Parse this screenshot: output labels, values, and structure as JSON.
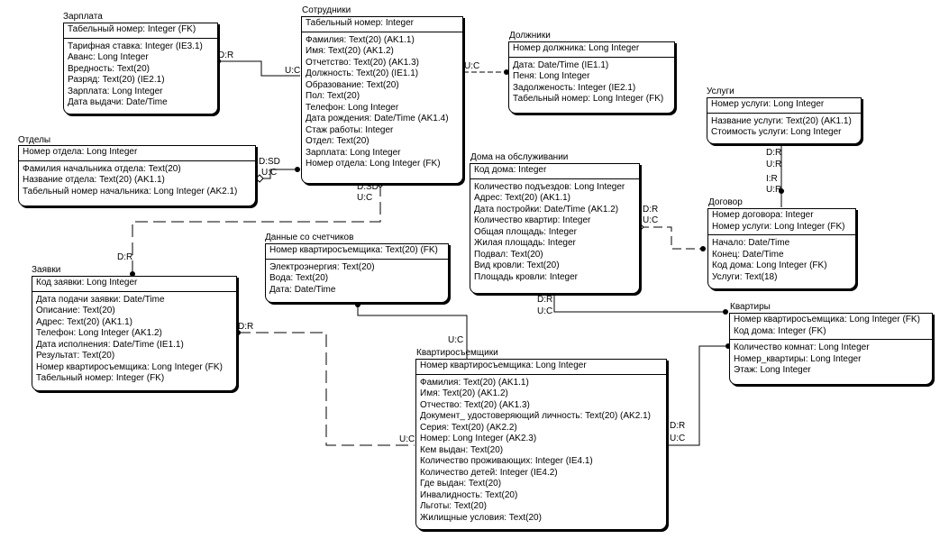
{
  "entities": {
    "salary": {
      "title": "Зарплата",
      "pk": [
        "Табельный номер: Integer (FK)"
      ],
      "attrs": [
        "Тарифная ставка: Integer (IE3.1)",
        "Аванс: Long Integer",
        "Вредность: Text(20)",
        "Разряд: Text(20) (IE2.1)",
        "Зарплата: Long Integer",
        "Дата выдачи: Date/Time"
      ]
    },
    "employees": {
      "title": "Сотрудники",
      "pk": [
        "Табельный номер: Integer"
      ],
      "attrs": [
        "Фамилия: Text(20) (AK1.1)",
        "Имя: Text(20) (AK1.2)",
        "Отчетство: Text(20) (AK1.3)",
        "Должность: Text(20) (IE1.1)",
        "Образование: Text(20)",
        "Пол: Text(20)",
        "Телефон: Long Integer",
        "Дата рождения: Date/Time (AK1.4)",
        "Стаж работы: Integer",
        "Отдел: Text(20)",
        "Зарплата: Long Integer",
        "Номер отдела: Long Integer (FK)"
      ]
    },
    "debtors": {
      "title": "Должники",
      "pk": [
        "Номер должника: Long Integer"
      ],
      "attrs": [
        "Дата: Date/Time (IE1.1)",
        "Пеня: Long Integer",
        "Задолженость: Integer (IE2.1)",
        "Табельный номер: Long Integer (FK)"
      ]
    },
    "services": {
      "title": "Услуги",
      "pk": [
        "Номер услуги: Long Integer"
      ],
      "attrs": [
        "Название услуги: Text(20) (AK1.1)",
        "Стоимость услуги: Long Integer"
      ]
    },
    "departments": {
      "title": "Отделы",
      "pk": [
        "Номер отдела: Long Integer"
      ],
      "attrs": [
        "Фамилия начальника отдела: Text(20)",
        "Название отдела: Text(20) (AK1.1)",
        "Табельный номер начальника: Long Integer (AK2.1)"
      ]
    },
    "houses": {
      "title": "Дома на обслуживании",
      "pk": [
        "Код дома: Integer"
      ],
      "attrs": [
        "Количество подъездов: Long Integer",
        "Адрес: Text(20) (AK1.1)",
        "Дата постройки: Date/Time (AK1.2)",
        "Количество квартир: Integer",
        "Общая площадь: Integer",
        "Жилая площадь: Integer",
        "Подвал: Text(20)",
        "Вид кровли: Text(20)",
        "Площадь кровли: Integer"
      ]
    },
    "contract": {
      "title": "Договор",
      "pk": [
        "Номер договора: Integer",
        "Номер услуги: Long Integer (FK)"
      ],
      "attrs": [
        "Начало: Date/Time",
        "Конец: Date/Time",
        "Код дома: Long Integer (FK)",
        "Услуги: Text(18)"
      ]
    },
    "meters": {
      "title": "Данные со счетчиков",
      "pk": [
        "Номер квартиросъемщика: Text(20) (FK)"
      ],
      "attrs": [
        "Электроэнергия: Text(20)",
        "Вода: Text(20)",
        "Дата: Date/Time"
      ]
    },
    "requests": {
      "title": "Заявки",
      "pk": [
        "Код заявки: Long Integer"
      ],
      "attrs": [
        "Дата подачи заявки: Date/Time",
        "Описание: Text(20)",
        "Адрес: Text(20) (AK1.1)",
        "Телефон: Long Integer (AK1.2)",
        "Дата исполнения: Date/Time (IE1.1)",
        "Результат: Text(20)",
        "Номер квартиросъемщика: Long Integer (FK)",
        "Табельный номер: Integer (FK)"
      ]
    },
    "apartments": {
      "title": "Квартиры",
      "pk": [
        "Номер квартиросъемщика: Long Integer (FK)",
        "Код дома: Integer (FK)"
      ],
      "attrs": [
        "Количество комнат: Long Integer",
        "Номер_квартиры: Long Integer",
        "Этаж: Long Integer"
      ]
    },
    "tenants": {
      "title": "Квартиросъемщики",
      "pk": [
        "Номер квартиросъемщика: Long Integer"
      ],
      "attrs": [
        "Фамилия: Text(20) (AK1.1)",
        "Имя: Text(20) (AK1.2)",
        "Отчество: Text(20) (AK1.3)",
        "Документ_ удостоверяющий личность: Text(20) (AK2.1)",
        "Серия: Text(20) (AK2.2)",
        "Номер: Long Integer (AK2.3)",
        "Кем выдан: Text(20)",
        "Количество проживающих: Integer (IE4.1)",
        "Количество детей: Integer (IE4.2)",
        "Где выдан: Text(20)",
        "Инвалидность: Text(20)",
        "Льготы: Text(20)",
        "Жилищные условия: Text(20)"
      ]
    }
  },
  "labels": {
    "salary_dr": "D:R",
    "employees_uc": "U:C",
    "debtors_uc": "U:C",
    "dept_dsd": "D:SD",
    "dept_uc": "U:C",
    "emp_dsd": "D:SD",
    "emp_uc": "U:C",
    "req_dr_top": "D:R",
    "svc_dr": "D:R",
    "svc_ur": "U:R",
    "svc_ir": "I:R",
    "svc_ur2": "U:R",
    "house_dr": "D:R",
    "house_uc": "U:C",
    "house_dr2": "D:R",
    "house_uc2": "U:C",
    "meters_uc": "U:C",
    "req_dr": "D:R",
    "tenant_uc": "U:C",
    "tenant_dr": "D:R",
    "tenant_uc2": "U:C"
  }
}
